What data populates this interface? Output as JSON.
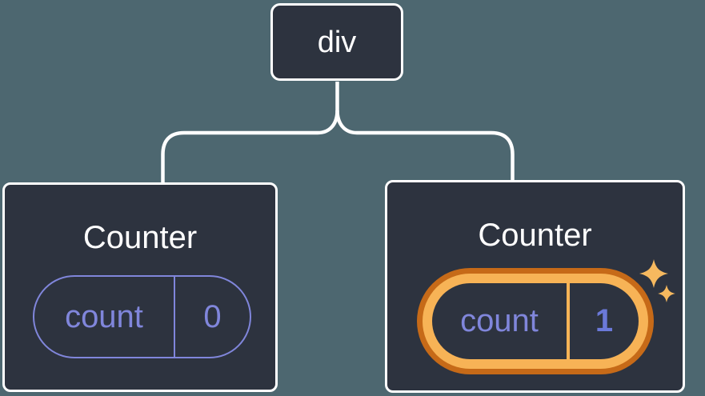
{
  "diagram": {
    "description": "React component tree: a div root with two Counter children holding count state",
    "root": {
      "label": "div"
    },
    "children": [
      {
        "title": "Counter",
        "state": {
          "name": "count",
          "value": "0"
        },
        "highlighted": false
      },
      {
        "title": "Counter",
        "state": {
          "name": "count",
          "value": "1"
        },
        "highlighted": true
      }
    ]
  },
  "icons": {
    "sparkles": "sparkles-icon"
  },
  "colors": {
    "background": "#4D6770",
    "node_fill": "#2D333F",
    "node_border": "#FFFFFF",
    "connector": "#FFFFFF",
    "title_color": "#FFFFFF",
    "state_accent": "#8086DB",
    "state_value_bold": "#6B79D9",
    "highlight_outer": "#C66A18",
    "highlight_inner": "#F7B356",
    "sparkle": "#F6B95F"
  }
}
